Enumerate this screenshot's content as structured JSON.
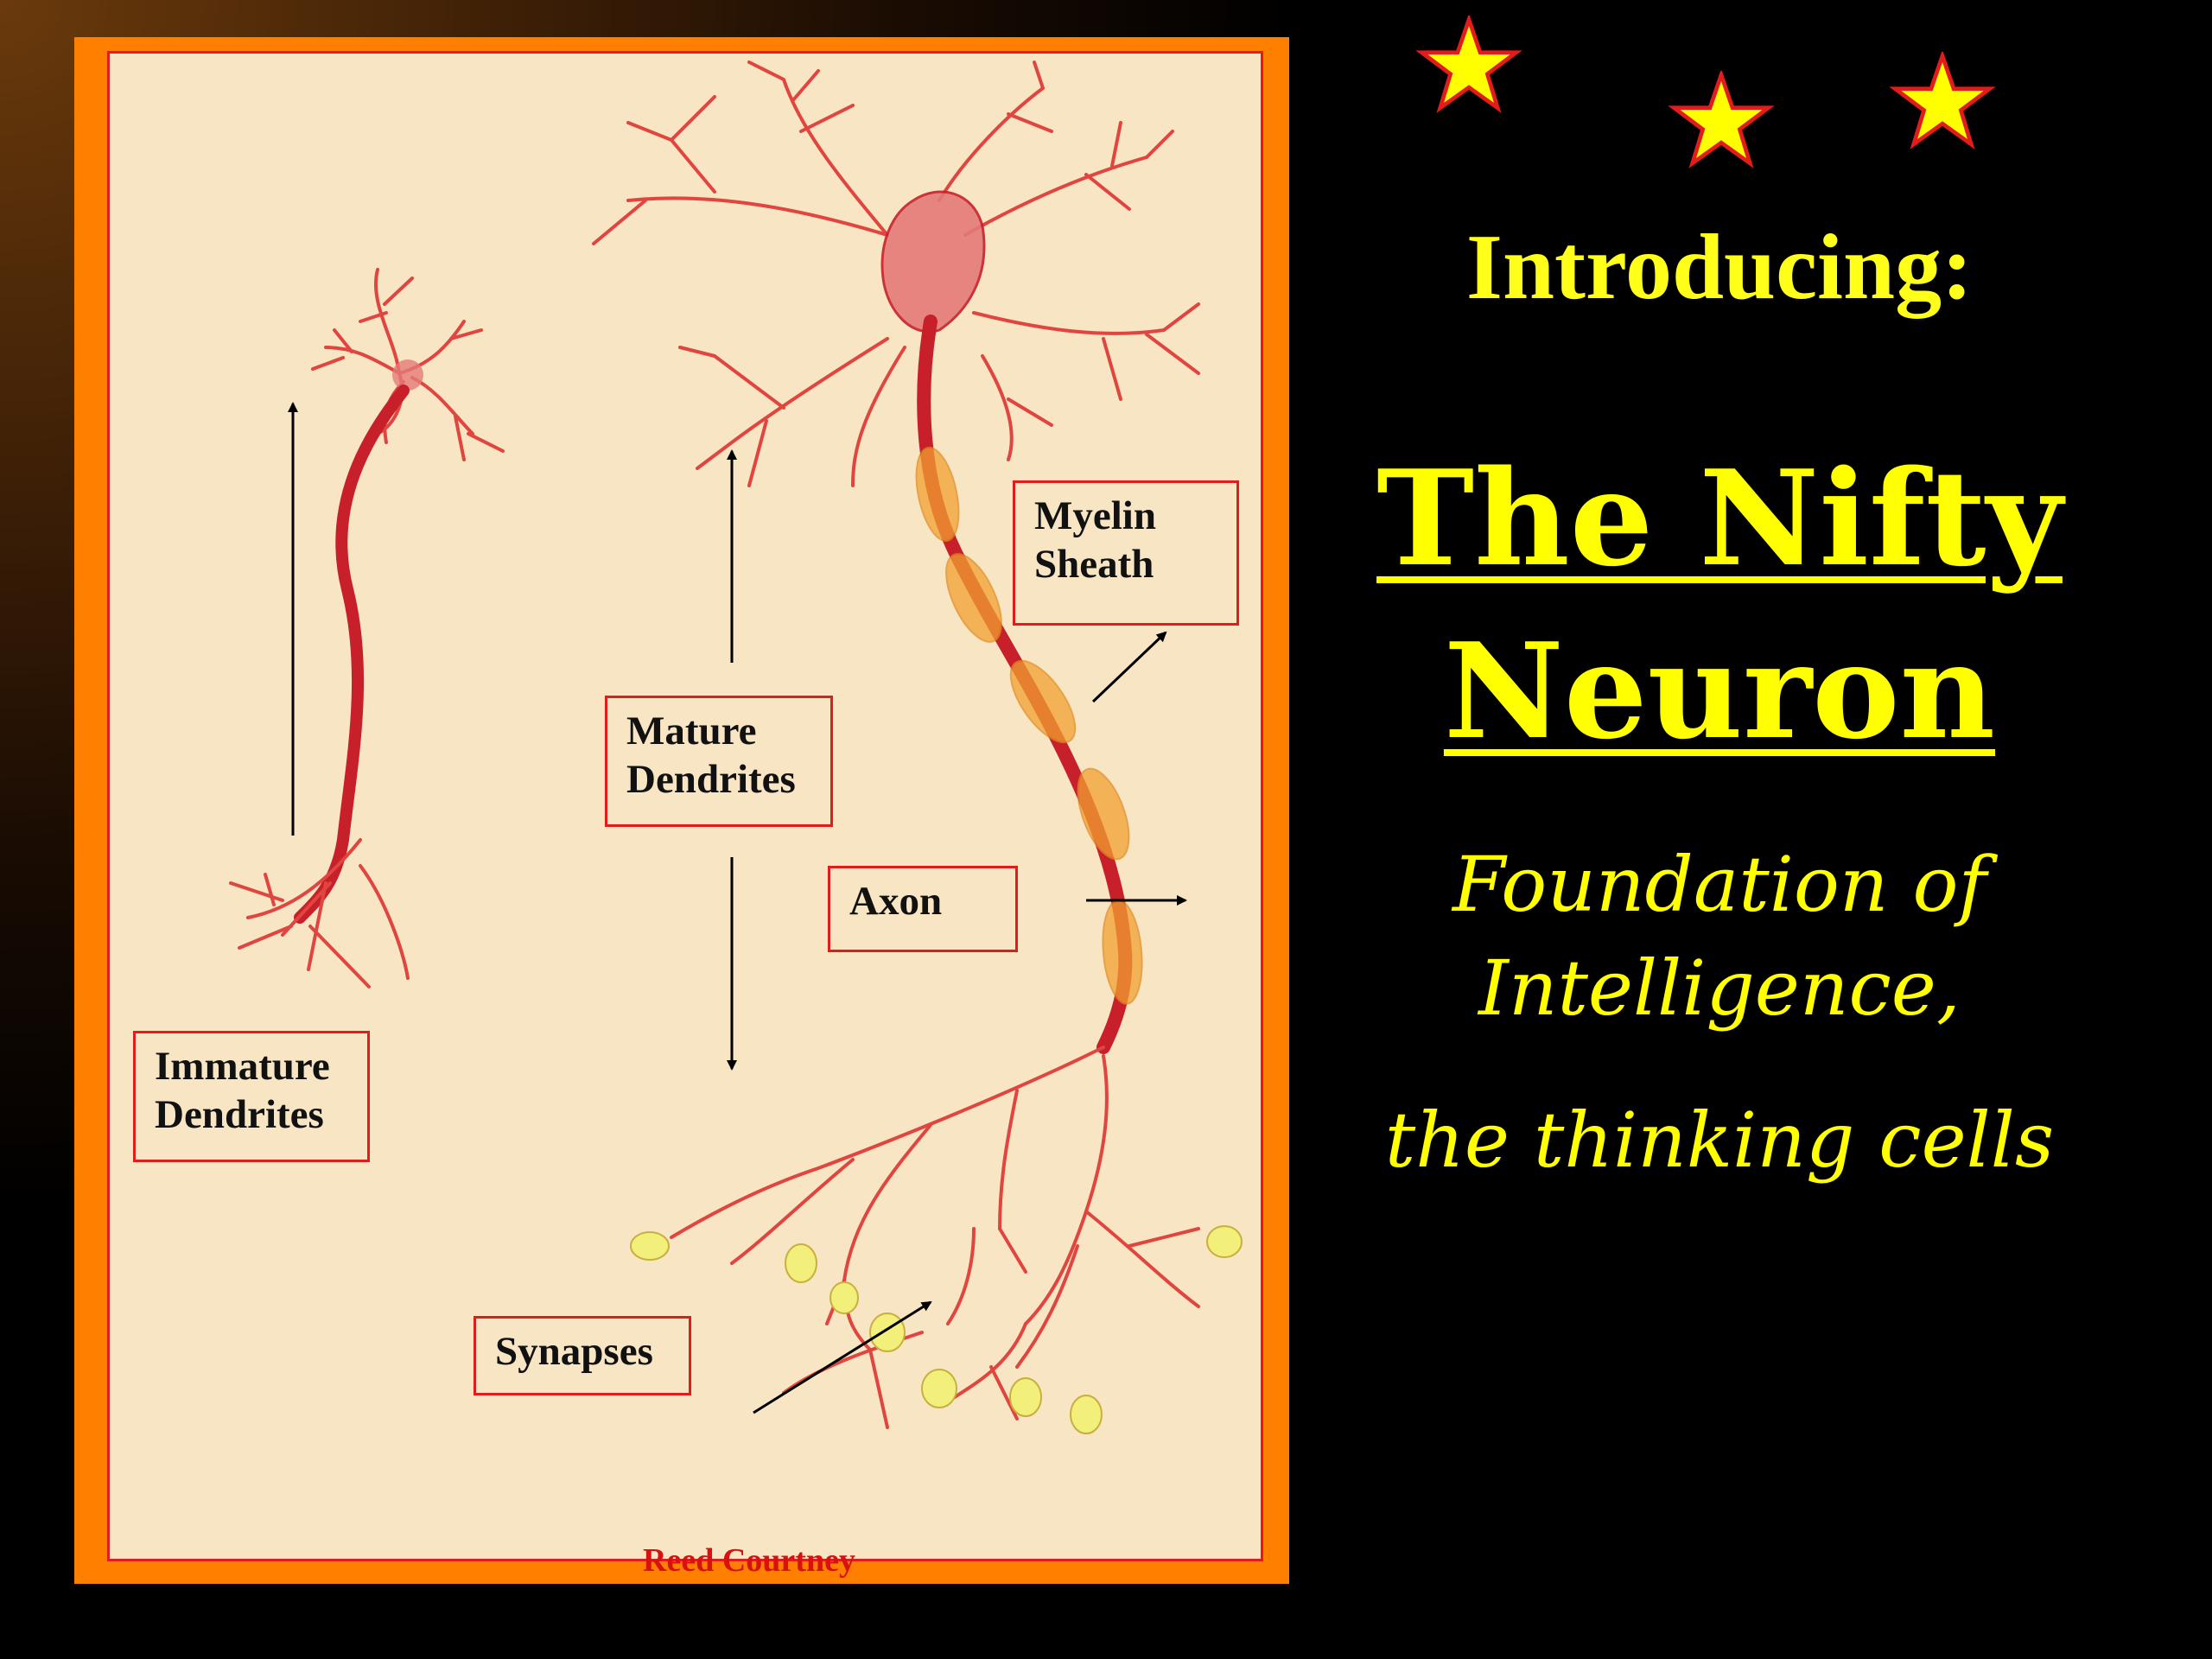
{
  "diagram": {
    "labels": {
      "myelin": [
        "Myelin",
        "Sheath"
      ],
      "mature": [
        "Mature",
        "Dendrites"
      ],
      "axon": "Axon",
      "immature": [
        "Immature",
        "Dendrites"
      ],
      "synapses": "Synapses"
    },
    "credit": "Reed Courtney"
  },
  "intro": "Introducing:",
  "title": [
    "The Nifty",
    "Neuron"
  ],
  "subtitle": [
    "Foundation of",
    "Intelligence,",
    "the thinking cells"
  ],
  "colors": {
    "accent_yellow": "#ffff00",
    "panel_orange": "#ff7f00",
    "label_border": "#e21b1b",
    "paper": "#f8e5c4",
    "neuron_red": "#c8202a",
    "myelin_orange": "#f0a030",
    "synapse_yellow": "#f2ef7a"
  },
  "icons": [
    "star-icon",
    "star-icon",
    "star-icon"
  ]
}
